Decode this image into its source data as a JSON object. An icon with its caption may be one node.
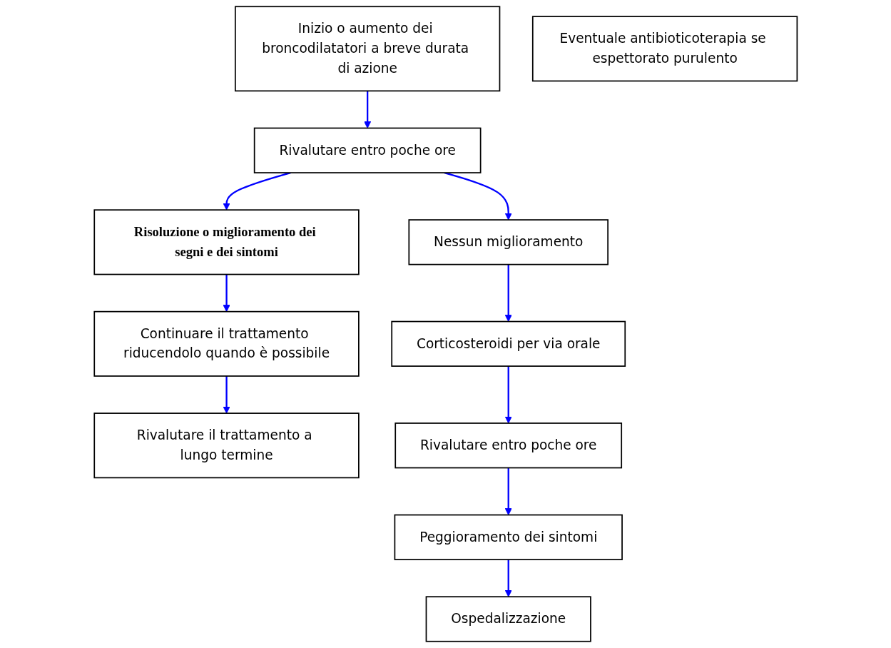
{
  "diagram": {
    "nodes": [
      {
        "text": [
          "Inizio o aumento dei broncodilatatori a breve durata di azione"
        ]
      },
      {
        "text": [
          "Eventuale antibioticoterapia se espettorato purulento"
        ]
      },
      {
        "text": [
          "Rivalutare entro poche ore"
        ]
      },
      {
        "text": [
          "Risoluzione o miglioramento dei segni e dei sintomi"
        ]
      },
      {
        "text": [
          "Nessun miglioramento"
        ]
      },
      {
        "text": [
          "Continuare il trattamento riducendolo quando è possibile"
        ]
      },
      {
        "text": [
          "Corticosteroidi per via orale"
        ]
      },
      {
        "text": [
          "Rivalutare il trattamento a lungo termine"
        ]
      },
      {
        "text": [
          "Rivalutare entro poche ore"
        ]
      },
      {
        "text": [
          "Peggioramento dei sintomi"
        ]
      },
      {
        "text": [
          "Ospedalizzazione"
        ]
      }
    ],
    "edges": [
      {
        "from": 0,
        "to": 2,
        "arrow": "to"
      },
      {
        "from": 2,
        "to": 3,
        "arrow": "to"
      },
      {
        "from": 2,
        "to": 4,
        "arrow": "to"
      },
      {
        "from": 3,
        "to": 5,
        "arrow": "to"
      },
      {
        "from": 5,
        "to": 7,
        "arrow": "to"
      },
      {
        "from": 4,
        "to": 6,
        "arrow": "to"
      },
      {
        "from": 6,
        "to": 8,
        "arrow": "to"
      },
      {
        "from": 8,
        "to": 9,
        "arrow": "to"
      },
      {
        "from": 9,
        "to": 10,
        "arrow": "to"
      }
    ]
  }
}
